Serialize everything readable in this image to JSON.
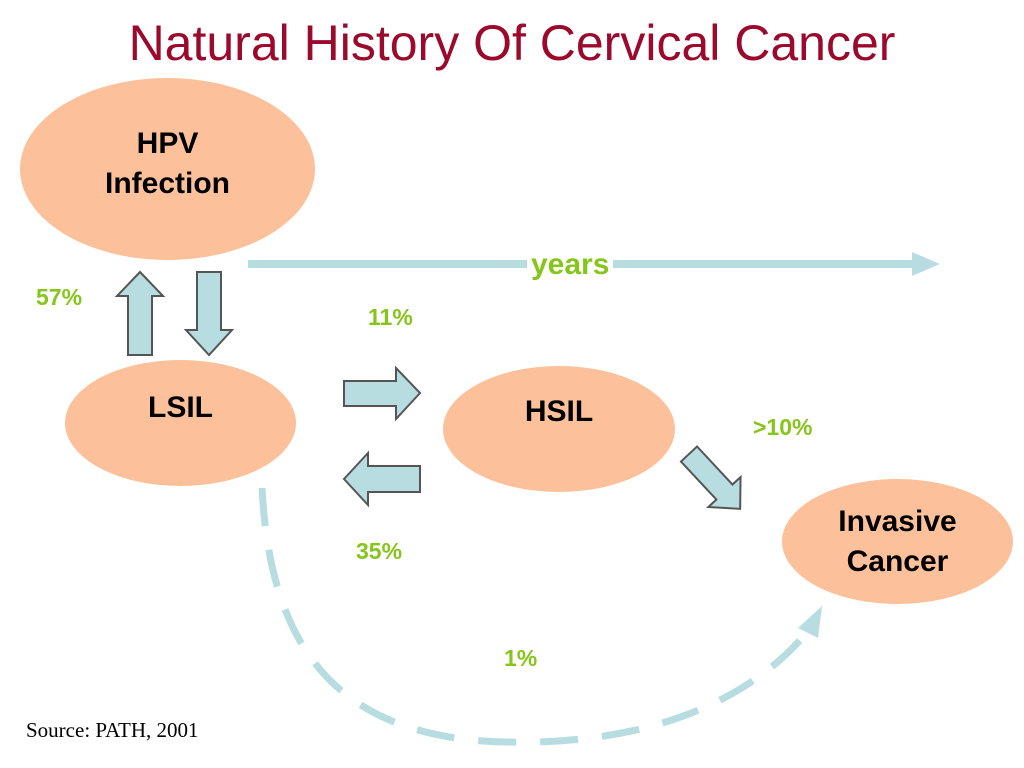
{
  "title": "Natural History Of Cervical Cancer",
  "nodes": {
    "hpv": {
      "line1": "HPV",
      "line2": "Infection"
    },
    "lsil": {
      "label": "LSIL"
    },
    "hsil": {
      "label": "HSIL"
    },
    "cancer": {
      "line1": "Invasive",
      "line2": "Cancer"
    }
  },
  "timeline": {
    "label": "years"
  },
  "percentages": {
    "lsil_to_hpv": "57%",
    "lsil_to_hsil": "11%",
    "hsil_to_lsil": "35%",
    "hsil_to_cancer": ">10%",
    "lsil_to_cancer": "1%"
  },
  "source": "Source: PATH, 2001",
  "colors": {
    "title": "#9b0a2c",
    "node_fill": "#fcc19a",
    "arrow_fill": "#b8dde0",
    "arrow_stroke": "#555555",
    "percent_text": "#86c51a",
    "timeline": "#b8dde0"
  }
}
